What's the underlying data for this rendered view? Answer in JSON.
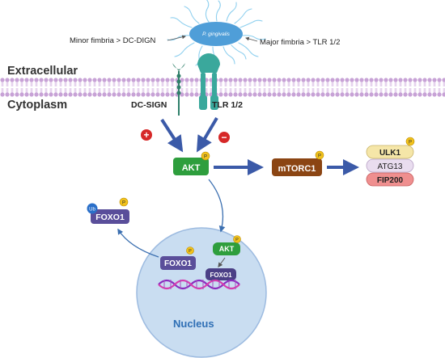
{
  "bacterium": {
    "label": "P. gingivalis"
  },
  "fimbria": {
    "minor": "Minor fimbria > DC-DIGN",
    "major": "Major fimbria > TLR 1/2"
  },
  "regions": {
    "extracellular": "Extracellular",
    "cytoplasm": "Cytoplasm",
    "nucleus": "Nucleus"
  },
  "receptors": {
    "dc_sign": "DC-SIGN",
    "tlr": "TLR 1/2"
  },
  "signs": {
    "plus": "+",
    "minus": "−"
  },
  "nodes": {
    "akt": "AKT",
    "mtorc1": "mTORC1",
    "ulk1": "ULK1",
    "atg13": "ATG13",
    "fip200": "FIP200",
    "foxo1_cyto": "FOXO1",
    "foxo1_nuc": "FOXO1",
    "akt_nuc": "AKT",
    "foxo1_dna": "FOXO1"
  },
  "badges": {
    "phospho": "P",
    "ubiquitin": "Ub"
  },
  "colors": {
    "membrane": "#c7a2d6",
    "akt": "#2e9e3d",
    "mtorc1": "#8b4513",
    "ulk1": "#f5e6a8",
    "atg13": "#e9ddef",
    "fip200": "#ef8f8f",
    "foxo1": "#5a4e9a",
    "arrow": "#3b5aa8",
    "nucleus": "#c9ddf1",
    "dna1": "#8a2bbf",
    "dna2": "#d63cae"
  }
}
